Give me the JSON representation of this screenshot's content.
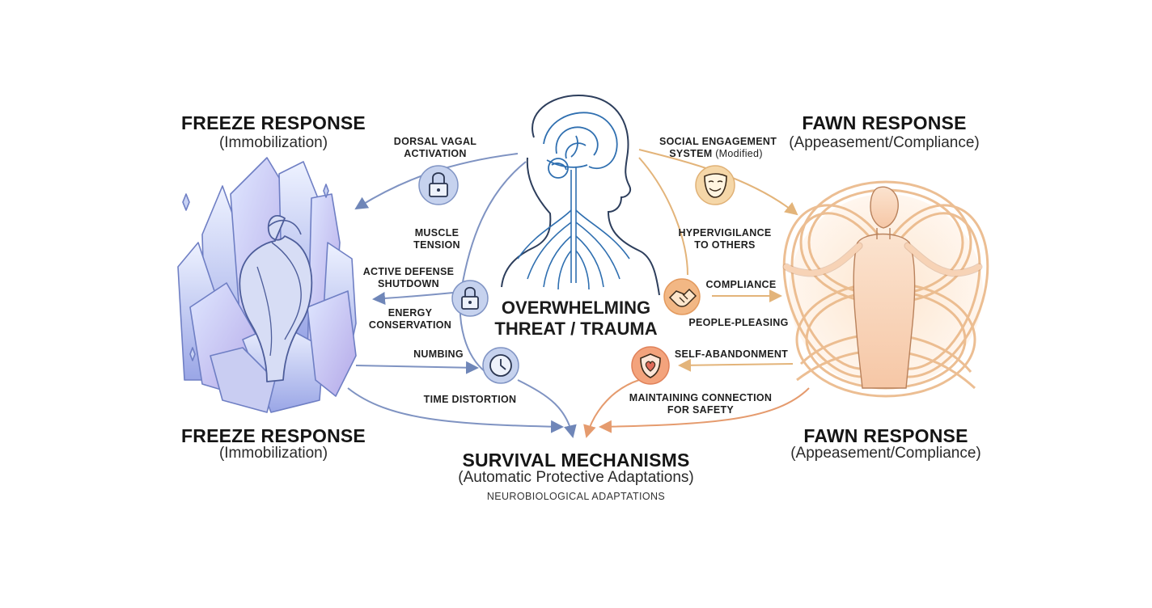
{
  "left": {
    "top_title": "FREEZE RESPONSE",
    "top_subtitle": "(Immobilization)",
    "bottom_title": "FREEZE RESPONSE",
    "bottom_subtitle": "(Immobilization)",
    "labels": {
      "dorsal_1": "DORSAL VAGAL",
      "dorsal_2": "ACTIVATION",
      "muscle_1": "MUSCLE",
      "muscle_2": "TENSION",
      "active_1": "ACTIVE DEFENSE",
      "active_2": "SHUTDOWN",
      "energy_1": "ENERGY",
      "energy_2": "CONSERVATION",
      "numbing": "NUMBING",
      "time": "TIME DISTORTION"
    }
  },
  "right": {
    "top_title": "FAWN RESPONSE",
    "top_subtitle": "(Appeasement/Compliance)",
    "bottom_title": "FAWN RESPONSE",
    "bottom_subtitle": "(Appeasement/Compliance)",
    "labels": {
      "social_1": "SOCIAL ENGAGEMENT",
      "social_2a": "SYSTEM",
      "social_2b": "(Modified)",
      "hyper_1": "HYPERVIGILANCE",
      "hyper_2": "TO OTHERS",
      "compliance": "COMPLIANCE",
      "people": "PEOPLE-PLEASING",
      "self": "SELF-ABANDONMENT",
      "maint_1": "MAINTAINING CONNECTION",
      "maint_2": "FOR SAFETY"
    }
  },
  "center": {
    "title_1": "OVERWHELMING",
    "title_2": "THREAT / TRAUMA",
    "bottom_title": "SURVIVAL MECHANISMS",
    "bottom_subtitle": "(Automatic Protective Adaptations)",
    "bottom_note": "NEUROBIOLOGICAL ADAPTATIONS"
  },
  "icons": [
    "lock-icon",
    "lock-icon",
    "clock-icon",
    "mask-icon",
    "handshake-icon",
    "shield-heart-icon"
  ],
  "colors": {
    "freeze_blue": "#6f86b8",
    "freeze_crystal": "#b9c6f0",
    "fawn_orange": "#e79a6c",
    "fawn_gold": "#e8c489",
    "brain_blue": "#2f6fb0"
  }
}
